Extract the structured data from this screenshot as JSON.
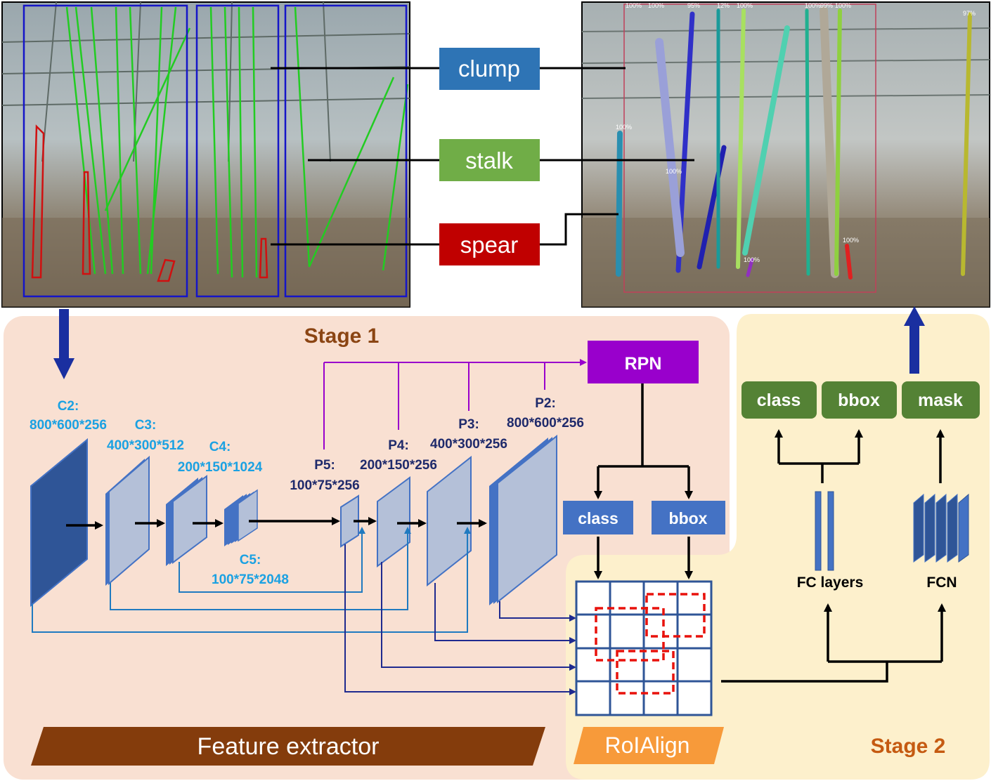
{
  "labels": {
    "clump": "clump",
    "stalk": "stalk",
    "spear": "spear",
    "stage1": "Stage 1",
    "stage2": "Stage 2",
    "rpn": "RPN",
    "class": "class",
    "bbox": "bbox",
    "mask": "mask",
    "fc_layers": "FC layers",
    "fcn": "FCN",
    "feature_extractor": "Feature extractor",
    "roialign": "RoIAlign"
  },
  "backbone": {
    "c2": {
      "name": "C2:",
      "dim": "800*600*256"
    },
    "c3": {
      "name": "C3:",
      "dim": "400*300*512"
    },
    "c4": {
      "name": "C4:",
      "dim": "200*150*1024"
    },
    "c5": {
      "name": "C5:",
      "dim": "100*75*2048"
    }
  },
  "pyramid": {
    "p2": {
      "name": "P2:",
      "dim": "800*600*256"
    },
    "p3": {
      "name": "P3:",
      "dim": "400*300*256"
    },
    "p4": {
      "name": "P4:",
      "dim": "200*150*256"
    },
    "p5": {
      "name": "P5:",
      "dim": "100*75*256"
    }
  },
  "detections": [
    "100%",
    "100%",
    "95%",
    "12%",
    "100%",
    "100%",
    "99%",
    "100%",
    "97%",
    "100%",
    "100%",
    "100%",
    "100%"
  ],
  "colors": {
    "clump": "#2e74b5",
    "stalk": "#70ad47",
    "spear": "#c00000",
    "rpn": "#9900cc",
    "head_green": "#548235",
    "cyan_text": "#1ba1e2",
    "navy_text": "#1f2a6b",
    "stage1_bg": "#f9e0d2",
    "stage2_bg": "#fdf0cc",
    "feature_bar": "#843c0c",
    "roialign_bar": "#f79a3a"
  }
}
